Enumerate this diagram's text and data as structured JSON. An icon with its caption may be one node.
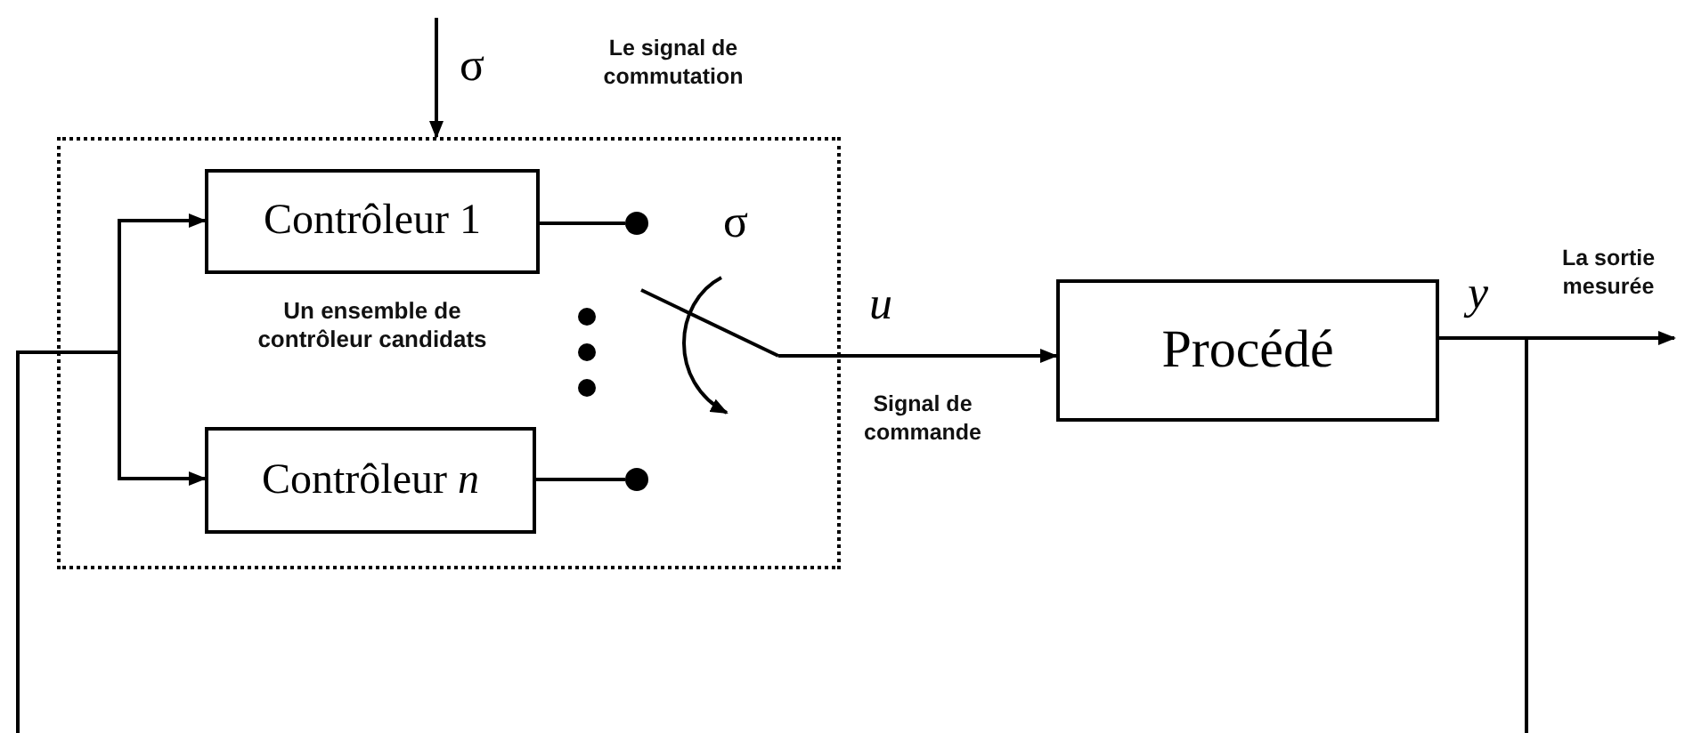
{
  "diagram": {
    "nodes": [
      {
        "text": [
          "Un ensemble de contrôleur candidats"
        ]
      },
      {
        "text": [
          "Contrôleur 1"
        ],
        "in": 0
      },
      {
        "text": [
          "Contrôleur *n*"
        ],
        "in": 0
      },
      {
        "text": [
          "Procédé"
        ]
      },
      {
        "text": [],
        "shape": "circle",
        "in": 0
      },
      {
        "text": [],
        "shape": "circle",
        "in": 0
      },
      {
        "text": [],
        "shape": "switch",
        "in": 0
      }
    ],
    "edges": [
      {
        "from": null,
        "to": 0,
        "arrow": "to",
        "label": "σ"
      },
      {
        "from": 1,
        "to": 4,
        "arrow": "none"
      },
      {
        "from": 2,
        "to": 5,
        "arrow": "none"
      },
      {
        "from": 6,
        "to": 3,
        "arrow": "to",
        "label": "u"
      },
      {
        "from": 3,
        "to": null,
        "arrow": "to",
        "label": "y"
      },
      {
        "from": 3,
        "to": 1,
        "arrow": "to"
      },
      {
        "from": 3,
        "to": 2,
        "arrow": "to"
      }
    ],
    "labels": [
      "Le signal de commutation",
      "σ",
      "Signal de commande",
      "La sortie mesurée"
    ]
  }
}
